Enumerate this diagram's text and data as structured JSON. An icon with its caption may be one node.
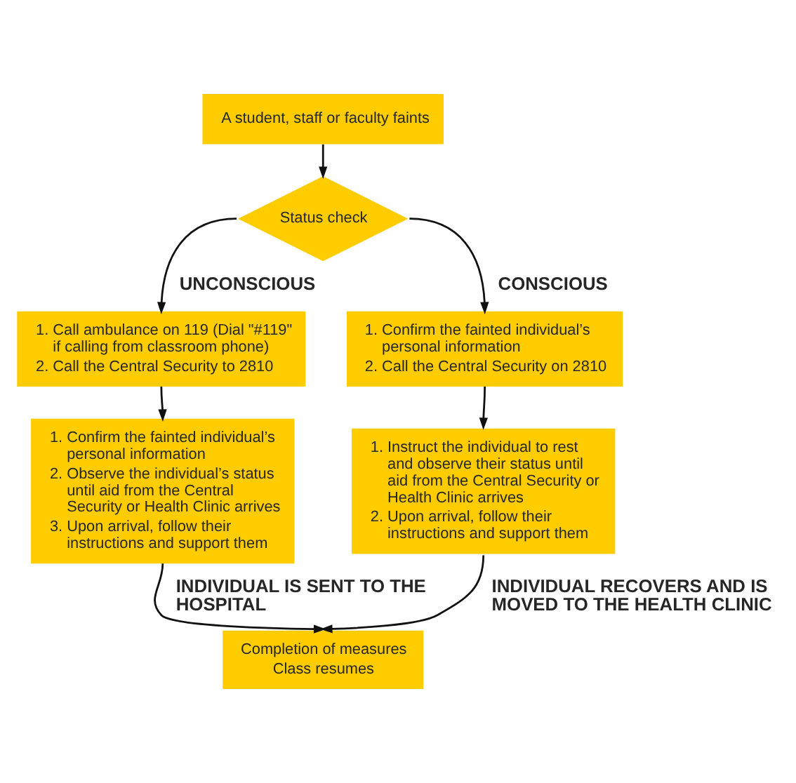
{
  "diagram": {
    "nodes": [
      {
        "text": [
          "A student, staff or faculty faints"
        ]
      },
      {
        "text": [
          "Status check"
        ]
      },
      {
        "text": [
          "1. Call ambulance on 119 (Dial \"#119\" if calling from classroom phone)",
          "2. Call the Central Security to 2810"
        ]
      },
      {
        "text": [
          "1. Confirm the fainted individual’s personal information",
          "2. Call the Central Security on 2810"
        ]
      },
      {
        "text": [
          "1. Confirm the fainted individual’s personal information",
          "2. Observe the individual’s status until aid from the Central Security or Health Clinic arrives",
          "3. Upon arrival, follow their instructions and support them"
        ]
      },
      {
        "text": [
          "1. Instruct the individual to rest and observe their status until aid from the Central Security or Health Clinic arrives",
          "2. Upon arrival, follow their instructions and support them"
        ]
      },
      {
        "text": [
          "Completion of measures",
          "Class resumes"
        ]
      }
    ],
    "edges": [
      {
        "from": 0,
        "to": 1,
        "arrow": "to"
      },
      {
        "from": 1,
        "to": 2,
        "arrow": "to",
        "label": "UNCONSCIOUS"
      },
      {
        "from": 1,
        "to": 3,
        "arrow": "to",
        "label": "CONSCIOUS"
      },
      {
        "from": 2,
        "to": 4,
        "arrow": "to"
      },
      {
        "from": 3,
        "to": 5,
        "arrow": "to"
      },
      {
        "from": 4,
        "to": 6,
        "arrow": "to",
        "label": "INDIVIDUAL IS SENT TO THE HOSPITAL"
      },
      {
        "from": 5,
        "to": 6,
        "arrow": "to",
        "label": "INDIVIDUAL RECOVERS AND IS MOVED TO THE HEALTH CLINIC"
      }
    ]
  }
}
